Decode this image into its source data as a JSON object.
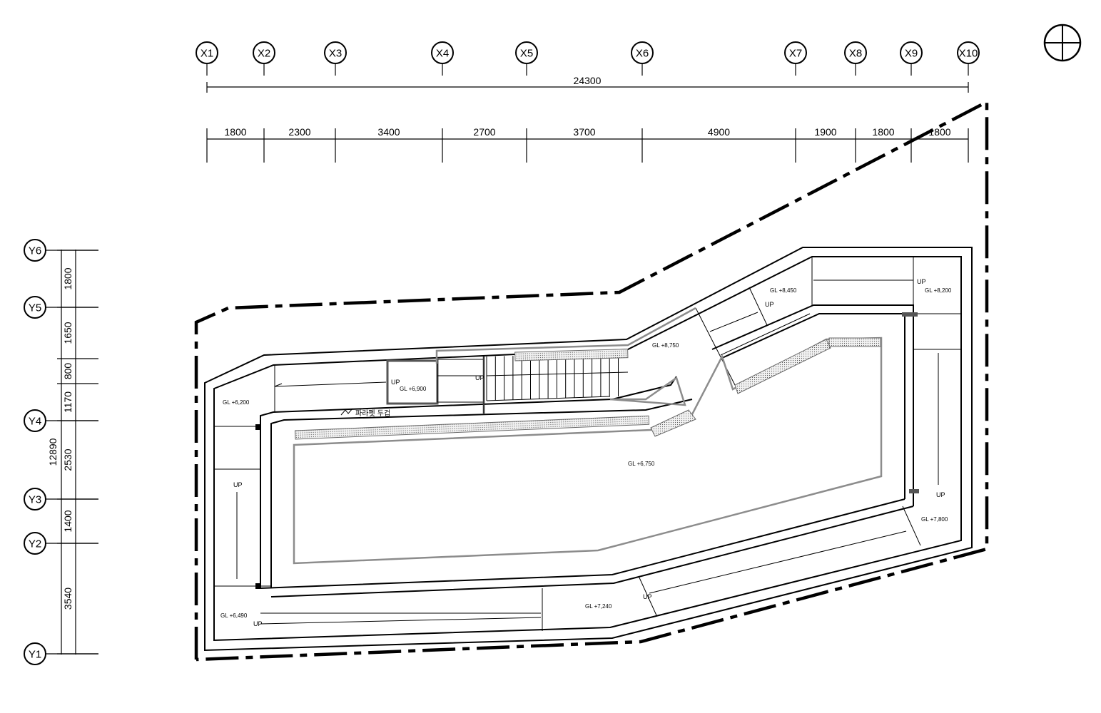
{
  "grid_x": [
    "X1",
    "X2",
    "X3",
    "X4",
    "X5",
    "X6",
    "X7",
    "X8",
    "X9",
    "X10"
  ],
  "grid_y": [
    "Y6",
    "Y5",
    "Y4",
    "Y3",
    "Y2",
    "Y1"
  ],
  "dims_x": {
    "total": "24300",
    "spans": [
      "1800",
      "2300",
      "3400",
      "2700",
      "3700",
      "4900",
      "1900",
      "1800",
      "1800"
    ]
  },
  "dims_y": {
    "total": "12890",
    "spans": [
      "1800",
      "1650",
      "800",
      "1170",
      "2530",
      "1400",
      "3540"
    ]
  },
  "levels": {
    "gl_6200_left": "GL +6,200",
    "gl_6900": "GL +6,900",
    "gl_8750": "GL +8,750",
    "gl_8450": "GL +8,450",
    "gl_8200_right": "GL +8,200",
    "gl_6750": "GL +6,750",
    "gl_7800": "GL +7,800",
    "gl_7240": "GL +7,240",
    "gl_6490": "GL +6,490"
  },
  "note_parapet": "파라펫 두겁",
  "up_label": "UP",
  "north_symbol": "north-arrow"
}
